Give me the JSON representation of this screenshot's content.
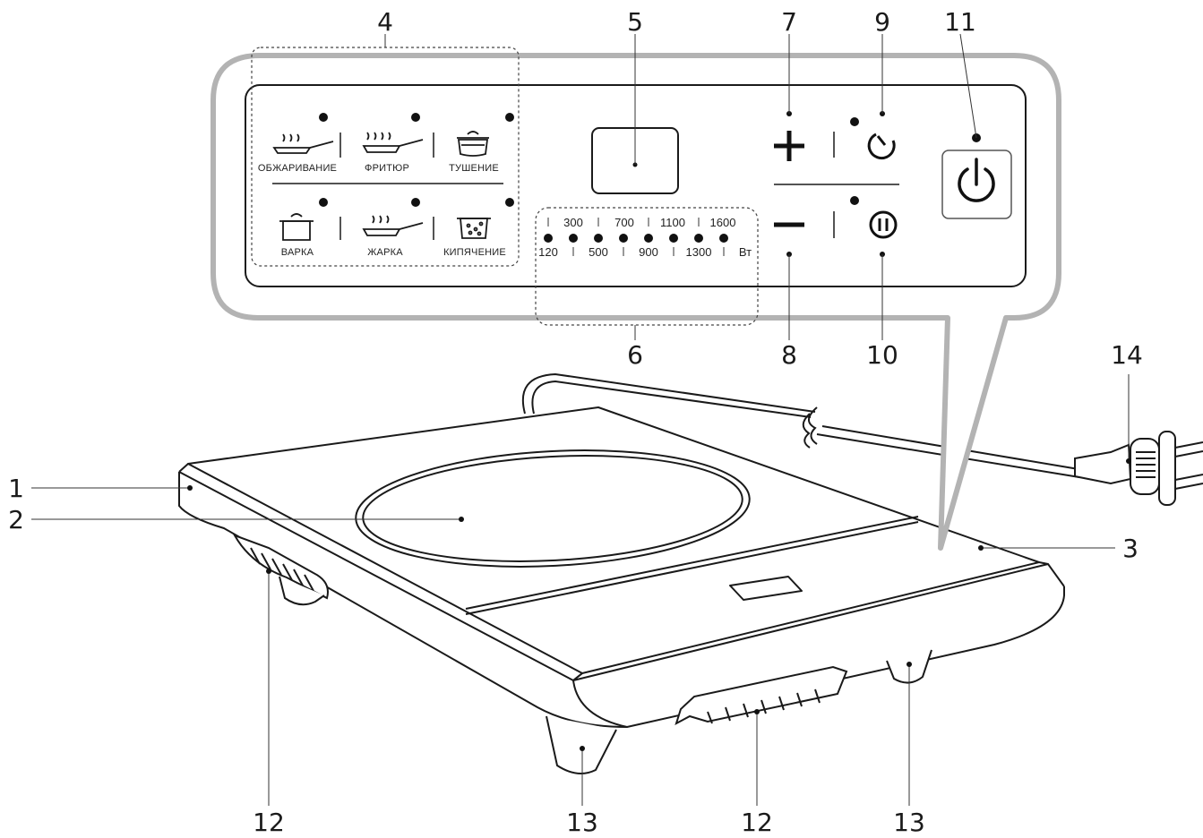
{
  "modes": {
    "frying": "ОБЖАРИВАНИЕ",
    "deep_fry": "ФРИТЮР",
    "stew": "ТУШЕНИЕ",
    "boil_pot": "ВАРКА",
    "roast": "ЖАРКА",
    "boiling": "КИПЯЧЕНИЕ"
  },
  "power": {
    "top": [
      "300",
      "700",
      "1100",
      "1600"
    ],
    "bottom": [
      "120",
      "500",
      "900",
      "1300"
    ],
    "unit": "Вт"
  },
  "callouts": {
    "n1": "1",
    "n2": "2",
    "n3": "3",
    "n4": "4",
    "n5": "5",
    "n6": "6",
    "n7": "7",
    "n8": "8",
    "n9": "9",
    "n10": "10",
    "n11": "11",
    "n12a": "12",
    "n12b": "12",
    "n13a": "13",
    "n13b": "13",
    "n14": "14"
  },
  "icons": [
    "plus-icon",
    "minus-icon",
    "timer-icon",
    "pause-icon",
    "power-icon",
    "frying-pan-icon",
    "deep-fry-icon",
    "stew-pot-icon",
    "boil-pot-icon",
    "roast-icon",
    "boiling-icon"
  ]
}
